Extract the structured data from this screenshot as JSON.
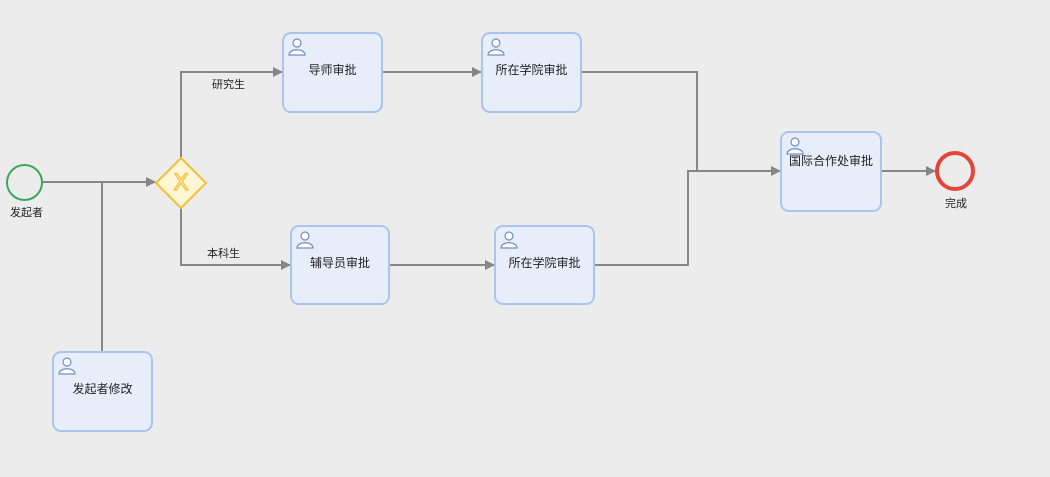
{
  "events": {
    "start": {
      "label": "发起者",
      "color": "#3aa85c"
    },
    "end": {
      "label": "完成",
      "color": "#e3453a"
    }
  },
  "gateway": {
    "type": "exclusive",
    "symbol": "X",
    "color": "#f2c037"
  },
  "flows": {
    "graduate": "研究生",
    "undergraduate": "本科生"
  },
  "tasks": {
    "advisor": {
      "label": "导师审批"
    },
    "college_top": {
      "label": "所在学院审批"
    },
    "counselor": {
      "label": "辅导员审批"
    },
    "college_bottom": {
      "label": "所在学院审批"
    },
    "international": {
      "label": "国际合作处审批"
    },
    "initiator_edit": {
      "label": "发起者修改"
    }
  },
  "colors": {
    "task_fill": "#e8eef9",
    "task_border": "#a9c4ef",
    "connector": "#878787",
    "background": "#ececec"
  }
}
